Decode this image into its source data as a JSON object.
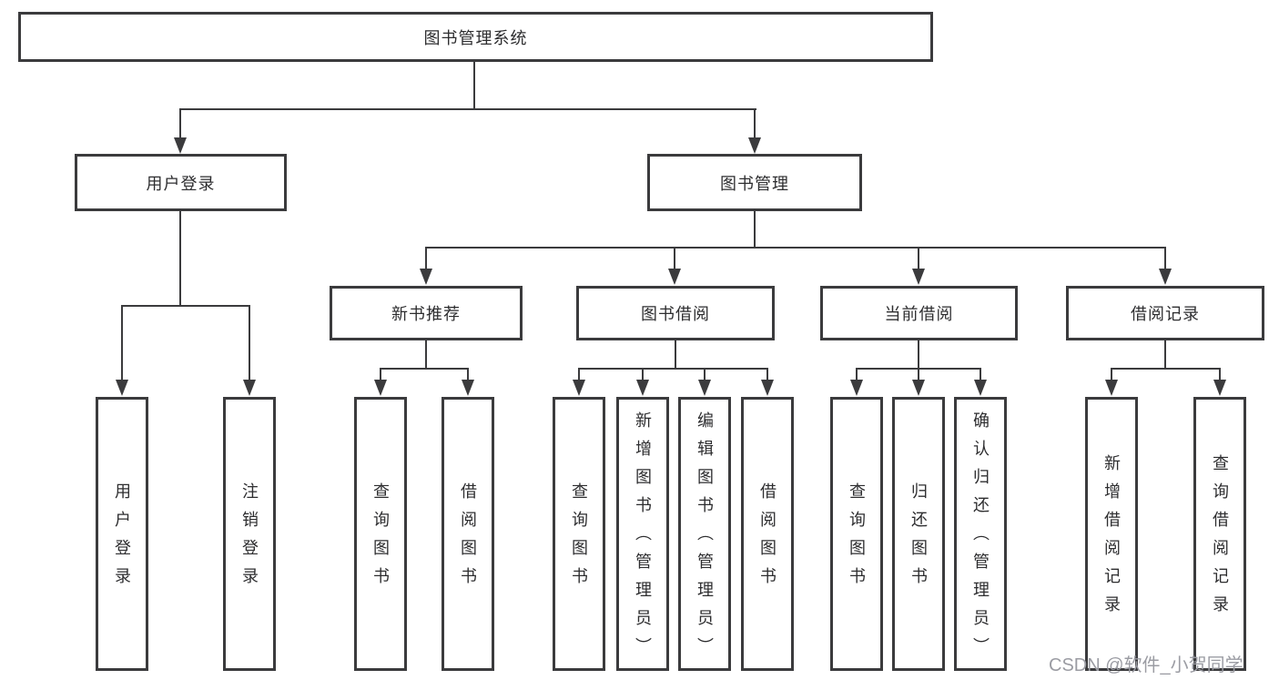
{
  "diagram_title": "图书管理系统",
  "tree": {
    "root": {
      "label": "图书管理系统",
      "children": [
        {
          "label": "用户登录",
          "children": [
            {
              "label": "用户登录"
            },
            {
              "label": "注销登录"
            }
          ]
        },
        {
          "label": "图书管理",
          "children": [
            {
              "label": "新书推荐",
              "children": [
                {
                  "label": "查询图书"
                },
                {
                  "label": "借阅图书"
                }
              ]
            },
            {
              "label": "图书借阅",
              "children": [
                {
                  "label": "查询图书"
                },
                {
                  "label": "新增图书（管理员）"
                },
                {
                  "label": "编辑图书（管理员）"
                },
                {
                  "label": "借阅图书"
                }
              ]
            },
            {
              "label": "当前借阅",
              "children": [
                {
                  "label": "查询图书"
                },
                {
                  "label": "归还图书"
                },
                {
                  "label": "确认归还（管理员）"
                }
              ]
            },
            {
              "label": "借阅记录",
              "children": [
                {
                  "label": "新增借阅记录"
                },
                {
                  "label": "查询借阅记录"
                }
              ]
            }
          ]
        }
      ]
    }
  },
  "watermark": {
    "text": "CSDN @软件_小贺同学"
  },
  "colors": {
    "line": "#3b3b3d",
    "text": "#2d2d2f",
    "background": "#ffffff",
    "watermark": "#9b9ca3"
  }
}
